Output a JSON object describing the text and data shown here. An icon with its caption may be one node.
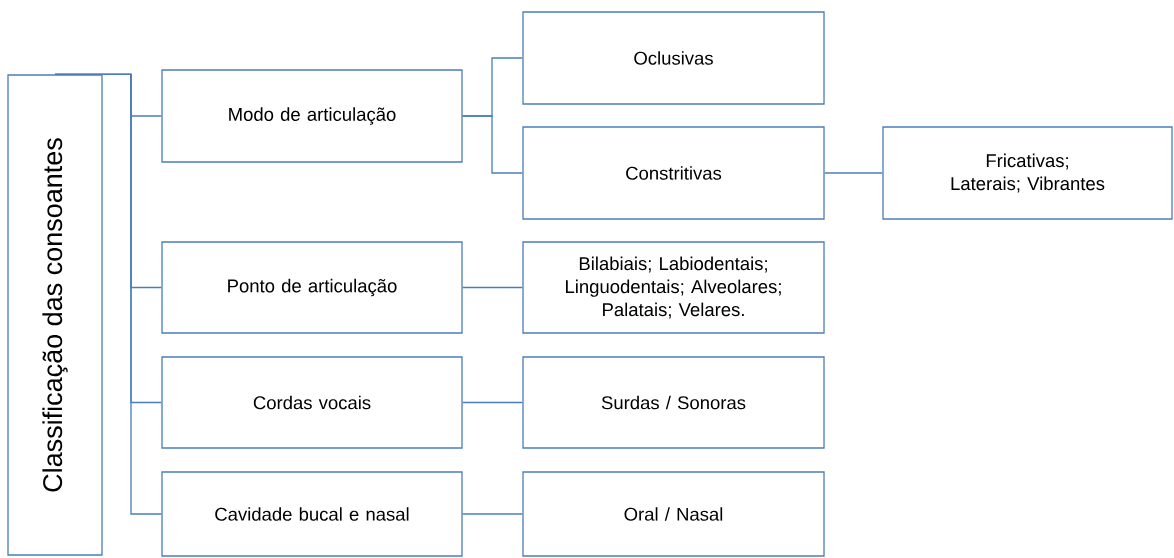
{
  "diagram": {
    "nodes": [
      {
        "text": [
          "Classificação das consoantes"
        ]
      },
      {
        "text": [
          "Modo de articulação"
        ]
      },
      {
        "text": [
          "Oclusivas"
        ]
      },
      {
        "text": [
          "Constritivas"
        ]
      },
      {
        "text": [
          "Fricativas; Laterais; Vibrantes"
        ]
      },
      {
        "text": [
          "Ponto de articulação"
        ]
      },
      {
        "text": [
          "Bilabiais; Labiodentais; Linguodentais; Alveolares; Palatais; Velares."
        ]
      },
      {
        "text": [
          "Cordas vocais"
        ]
      },
      {
        "text": [
          "Surdas / Sonoras"
        ]
      },
      {
        "text": [
          "Cavidade bucal e nasal"
        ]
      },
      {
        "text": [
          "Oral / Nasal"
        ]
      }
    ],
    "edges": [
      {
        "from": 0,
        "to": 1,
        "arrow": "none"
      },
      {
        "from": 0,
        "to": 5,
        "arrow": "none"
      },
      {
        "from": 0,
        "to": 7,
        "arrow": "none"
      },
      {
        "from": 0,
        "to": 9,
        "arrow": "none"
      },
      {
        "from": 1,
        "to": 2,
        "arrow": "none"
      },
      {
        "from": 1,
        "to": 3,
        "arrow": "none"
      },
      {
        "from": 3,
        "to": 4,
        "arrow": "none"
      },
      {
        "from": 5,
        "to": 6,
        "arrow": "none"
      },
      {
        "from": 7,
        "to": 8,
        "arrow": "none"
      },
      {
        "from": 9,
        "to": 10,
        "arrow": "none"
      }
    ]
  }
}
